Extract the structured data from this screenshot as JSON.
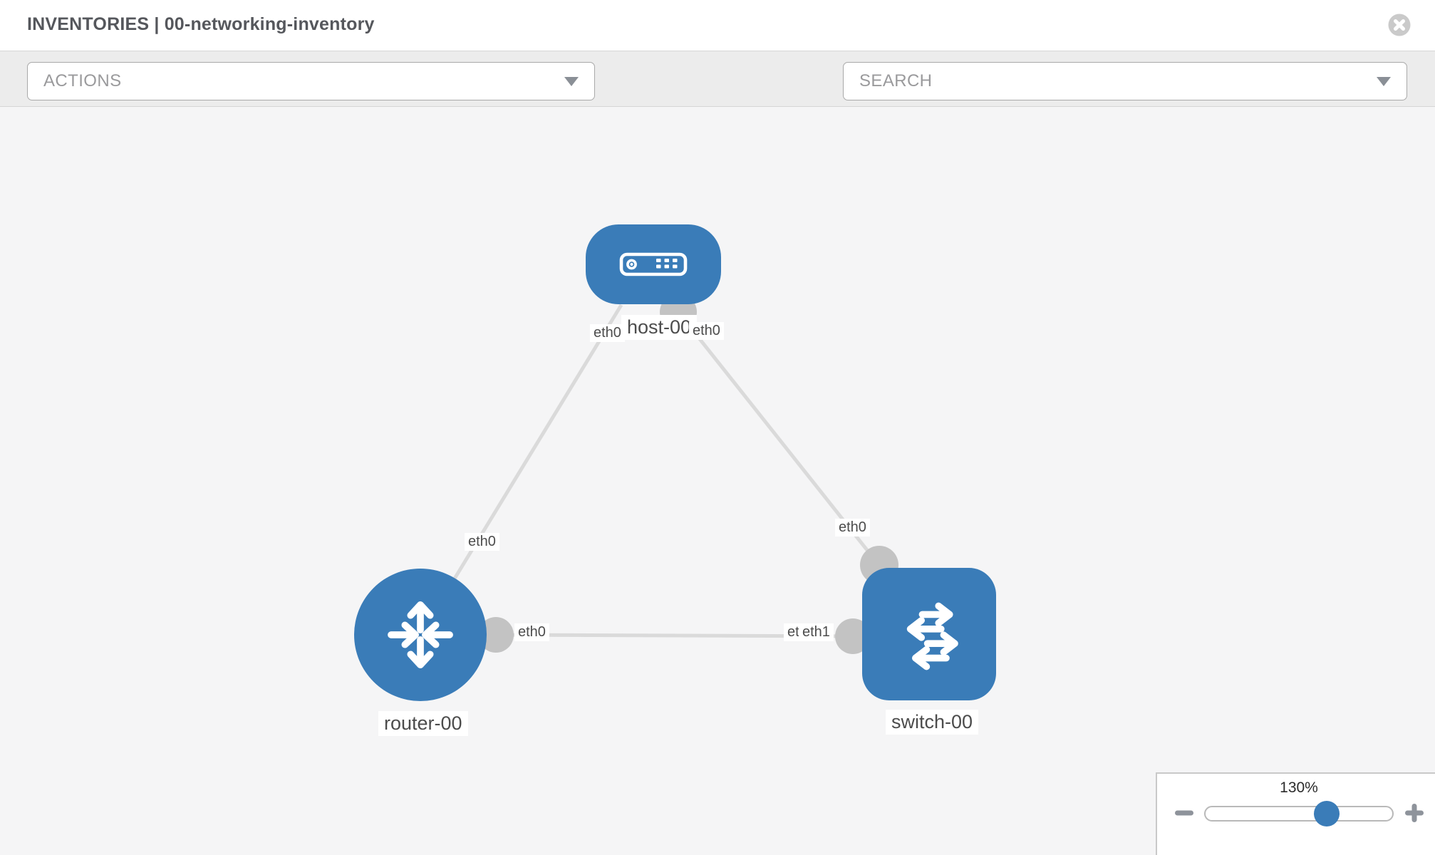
{
  "header": {
    "title": "INVENTORIES | 00-networking-inventory"
  },
  "toolbar": {
    "actions_label": "ACTIONS",
    "search_label": "SEARCH"
  },
  "topology": {
    "nodes": [
      {
        "label": "host-00",
        "type": "host",
        "shape": "rounded-rect"
      },
      {
        "label": "router-00",
        "type": "router",
        "shape": "circle"
      },
      {
        "label": "switch-00",
        "type": "switch",
        "shape": "rounded-square"
      }
    ],
    "links": [
      {
        "from": "host-00",
        "to": "router-00",
        "from_interface": "eth0",
        "to_interface": "eth0"
      },
      {
        "from": "host-00",
        "to": "switch-00",
        "from_interface": "eth0",
        "to_interface": "eth0"
      },
      {
        "from": "router-00",
        "to": "switch-00",
        "from_interface": "eth0",
        "to_interface": "eth1"
      }
    ],
    "interface_labels": {
      "host_to_router": "eth0",
      "host_to_switch": "eth0",
      "router_to_host": "eth0",
      "router_to_switch": "eth0",
      "switch_to_host": "eth0",
      "switch_to_router_back": "eth1",
      "switch_to_router_front": "eth1"
    }
  },
  "zoom_control": {
    "level": "130%"
  },
  "colors": {
    "node_blue": "#3a7cb8",
    "link_gray": "#dadada",
    "endpoint_gray": "#c3c3c3",
    "canvas_bg": "#f5f5f6",
    "toolbar_bg": "#ececec"
  }
}
